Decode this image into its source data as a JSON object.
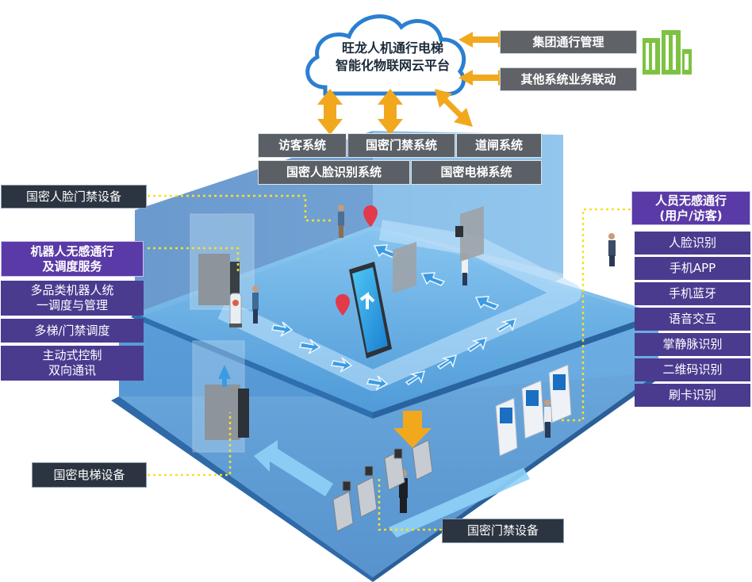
{
  "cloud": {
    "line1": "旺龙人机通行电梯",
    "line2": "智能化物联网云平台"
  },
  "top_right": {
    "group_mgmt": "集团通行管理",
    "other_linkage": "其他系统业务联动"
  },
  "subsystems": {
    "row1": [
      "访客系统",
      "国密门禁系统",
      "道闸系统"
    ],
    "row2": [
      "国密人脸识别系统",
      "国密电梯系统"
    ]
  },
  "left": {
    "face_device": "国密人脸门禁设备",
    "robot_title": "机器人无感通行\n及调度服务",
    "robot_items": [
      "多品类机器人统\n一调度与管理",
      "多梯/门禁调度",
      "主动式控制\n双向通讯"
    ],
    "elevator_device": "国密电梯设备"
  },
  "right": {
    "person_title": "人员无感通行\n(用户/访客)",
    "person_items": [
      "人脸识别",
      "手机APP",
      "手机蓝牙",
      "语音交互",
      "掌静脉识别",
      "二维码识别",
      "刷卡识别"
    ]
  },
  "bottom": {
    "access_device": "国密门禁设备"
  },
  "colors": {
    "accent_orange": "#f2a81d",
    "floor_blue": "#5aa9e6",
    "label_dark": "#2b3440",
    "label_purple": "#4a3b8f",
    "building_green": "#7dc242"
  },
  "icons": [
    "cloud-icon",
    "building-icon",
    "smartphone-icon",
    "location-pin-icon",
    "robot-icon",
    "person-icon",
    "turnstile-icon",
    "kiosk-icon",
    "elevator-icon",
    "face-gate-icon"
  ]
}
